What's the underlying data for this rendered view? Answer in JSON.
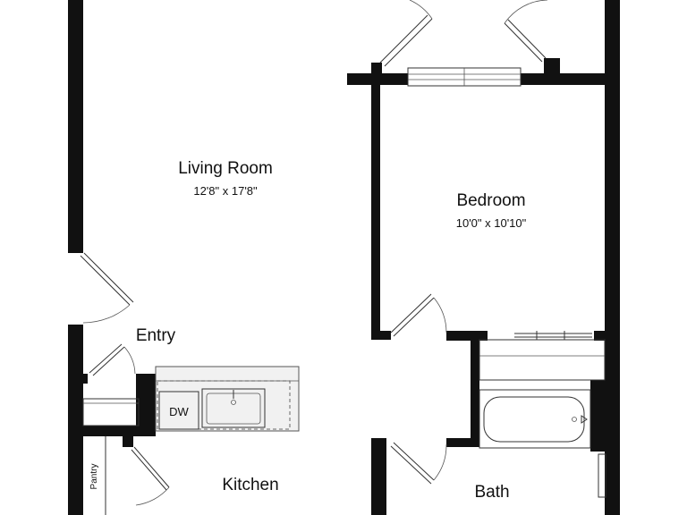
{
  "rooms": {
    "living_room": {
      "name": "Living Room",
      "dims": "12'8\" x 17'8\""
    },
    "bedroom": {
      "name": "Bedroom",
      "dims": "10'0\" x 10'10\""
    },
    "entry": {
      "name": "Entry"
    },
    "kitchen": {
      "name": "Kitchen"
    },
    "bath": {
      "name": "Bath"
    },
    "pantry": {
      "name": "Pantry"
    }
  },
  "fixtures": {
    "dishwasher": {
      "label": "DW"
    }
  }
}
